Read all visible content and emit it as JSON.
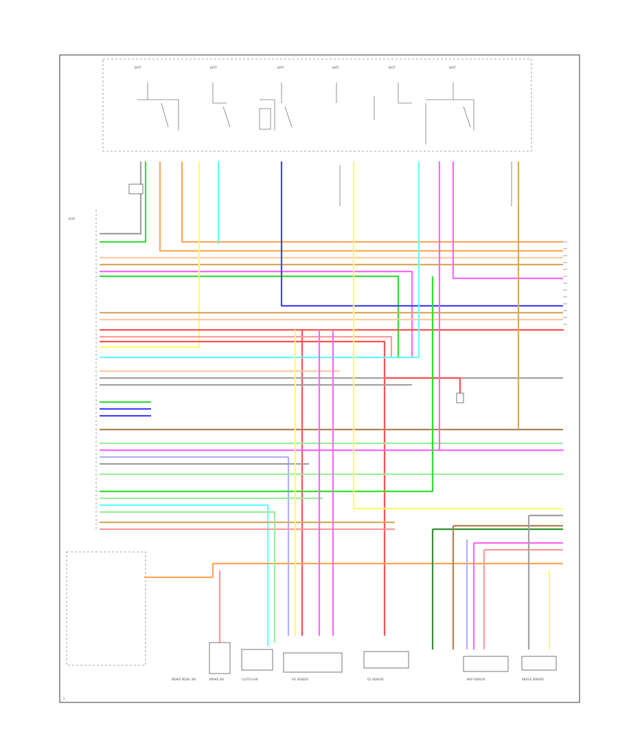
{
  "diagram": {
    "colors": {
      "orange": "#ffa756",
      "yellow": "#ffff66",
      "green": "#33dd33",
      "blue": "#4040ff",
      "red": "#ff5050",
      "pink": "#ff66ff",
      "cyan": "#66ffff",
      "tan": "#d8a860",
      "lightgreen": "#99ee99",
      "gray": "#a0a0a0",
      "darkgreen": "#2f8f2f",
      "brown": "#b08050",
      "salmon": "#ff9999",
      "lavender": "#b0b0ff",
      "peach": "#ffc8a0"
    },
    "labels": {
      "fuse_headers": [
        "BATT",
        "BATT",
        "BATT",
        "BATT",
        "BATT",
        "BATT"
      ],
      "left_note": "ECM",
      "bottom_components": [
        "BRAKE SW",
        "CLUTCH SW",
        "BRAKE PEDAL SW",
        "A/F SENSOR",
        "O2 SENSOR",
        "MAP SENSOR",
        "KNOCK SENSOR"
      ],
      "corner_mark": "1"
    }
  }
}
